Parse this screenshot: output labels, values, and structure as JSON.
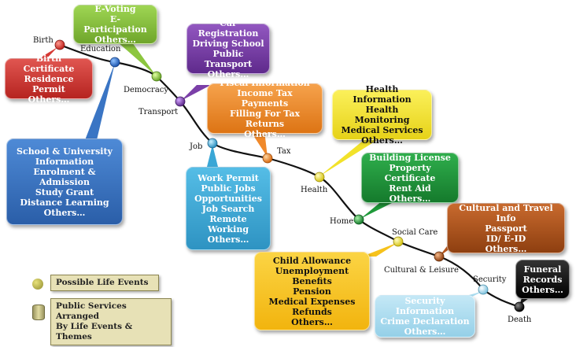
{
  "events": {
    "birth": "Birth",
    "education": "Education",
    "democracy": "Democracy",
    "transport": "Transport",
    "job": "Job",
    "tax": "Tax",
    "health": "Health",
    "home": "Home",
    "social_care": "Social Care",
    "cultural_leisure": "Cultural & Leisure",
    "security": "Security",
    "death": "Death"
  },
  "boxes": {
    "birth": [
      "Birth Certificate",
      "Residence Permit",
      "Others…"
    ],
    "democracy": [
      "E-Voting",
      "E-Participation",
      "Others…"
    ],
    "transport": [
      "Car Registration",
      "Driving School",
      "Public Transport",
      "Others…"
    ],
    "tax": [
      "Fiscal Information",
      "Income Tax Payments",
      "Filling For Tax Returns",
      "Others…"
    ],
    "health": [
      "Health Information",
      "Health Monitoring",
      "Medical Services",
      "Others…"
    ],
    "education": [
      "School & University",
      "Information",
      "Enrolment &",
      "Admission",
      "Study Grant",
      "Distance Learning",
      "Others…"
    ],
    "job": [
      "Work Permit",
      "Public Jobs",
      "Opportunities",
      "Job Search",
      "Remote Working",
      "Others…"
    ],
    "home": [
      "Building License",
      "Property Certificate",
      "Rent Aid",
      "Others…"
    ],
    "cultural": [
      "Cultural and Travel Info",
      "Passport",
      "ID/ E-ID",
      "Others…"
    ],
    "social_care": [
      "Child Allowance",
      "Unemployment Benefits",
      "Pension",
      "Medical Expenses",
      "Refunds",
      "Others…"
    ],
    "security": [
      "Security Information",
      "Crime Declaration",
      "Others…"
    ],
    "death": [
      "Funeral",
      "Records",
      "Others…"
    ]
  },
  "legend": {
    "events": "Possible Life Events",
    "services_line1": "Public Services Arranged",
    "services_line2": "By Life Events & Themes"
  },
  "colors": {
    "birth": "#d63a35",
    "democracy": "#8cc63f",
    "transport": "#7b3fa8",
    "tax": "#f0892a",
    "health": "#f2e22a",
    "education": "#3a75c4",
    "job": "#3aa7d6",
    "home": "#1f9a3a",
    "cultural": "#b5561d",
    "social_care": "#f6c21c",
    "security": "#a9dcef",
    "death": "#1a1a1a"
  }
}
